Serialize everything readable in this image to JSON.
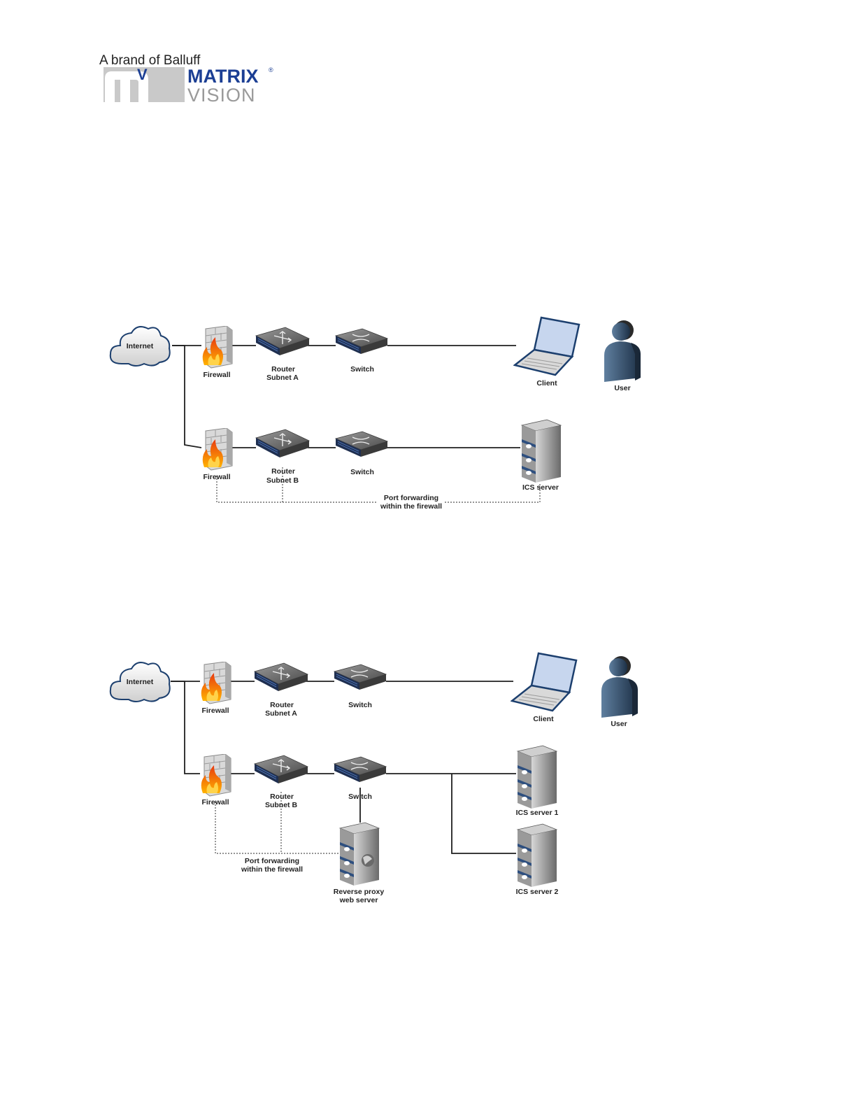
{
  "brand": {
    "tagline": "A brand of Balluff",
    "logo_mark": "mv",
    "name_line1": "MATRIX",
    "name_line2": "VISION",
    "registered_mark": "®",
    "colors": {
      "blue": "#1c3f94",
      "gray": "#c9c9c9",
      "text": "#222222"
    }
  },
  "diagram1": {
    "internet": "Internet",
    "firewall_a": "Firewall",
    "router_a": [
      "Router",
      "Subnet A"
    ],
    "switch_a": "Switch",
    "client": "Client",
    "user": "User",
    "firewall_b": "Firewall",
    "router_b": [
      "Router",
      "Subnet B"
    ],
    "switch_b": "Switch",
    "server": "ICS server",
    "port_forwarding": [
      "Port forwarding",
      "within the firewall"
    ]
  },
  "diagram2": {
    "internet": "Internet",
    "firewall_a": "Firewall",
    "router_a": [
      "Router",
      "Subnet A"
    ],
    "switch_a": "Switch",
    "client": "Client",
    "user": "User",
    "firewall_b": "Firewall",
    "router_b": [
      "Router",
      "Subnet B"
    ],
    "switch_b": "Switch",
    "server1": "ICS server 1",
    "server2": "ICS server 2",
    "proxy": [
      "Reverse proxy",
      "web server"
    ],
    "port_forwarding": [
      "Port forwarding",
      "within the firewall"
    ]
  },
  "icons": {
    "cloud": "cloud-icon",
    "firewall": "firewall-icon",
    "router": "router-icon",
    "switch": "switch-icon",
    "laptop": "laptop-icon",
    "user": "user-icon",
    "server": "server-icon"
  }
}
